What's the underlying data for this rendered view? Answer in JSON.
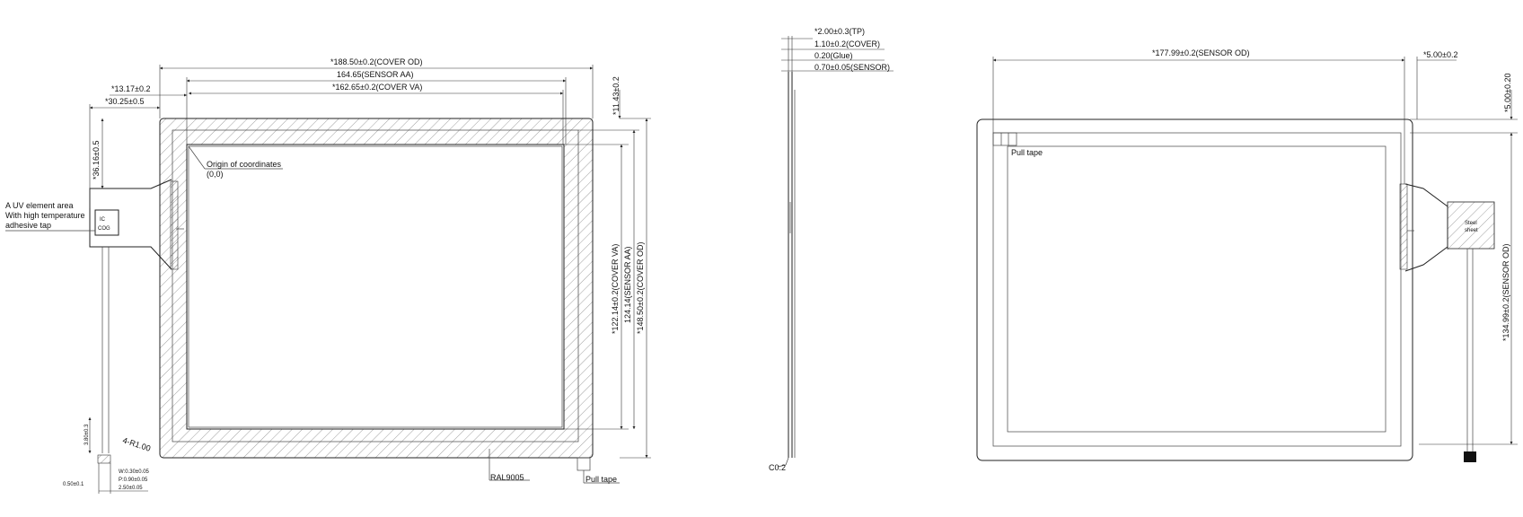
{
  "front_view": {
    "cover_od_w": "*188.50±0.2(COVER OD)",
    "sensor_aa_w": "164.65(SENSOR AA)",
    "cover_va_w": "*162.65±0.2(COVER VA)",
    "dim_13_17": "*13.17±0.2",
    "dim_30_25": "*30.25±0.5",
    "dim_36_16": "*36.16±0.5",
    "dim_11_43": "*11.43±0.2",
    "cover_va_h": "*122.14±0.2(COVER VA)",
    "sensor_aa_h": "124.14(SENSOR AA)",
    "cover_od_h": "*148.50±0.2(COVER OD)",
    "origin_line1": "Origin of coordinates",
    "origin_line2": "(0,0)",
    "uv_line1": "A UV element area",
    "uv_line2": "With high temperature",
    "uv_line3": "adhesive tap",
    "radius": "4-R1.00",
    "color_code": "RAL9005",
    "pull_tape": "Pull tape",
    "tail_dim_vertical": "3.80±0.3",
    "tail_w": "W:0.30±0.05",
    "tail_p": "P:0.90±0.05",
    "tail_total": "2.50±0.05",
    "tail_left": "0.50±0.1",
    "chip_label1": "IC",
    "chip_label2": "COG"
  },
  "side_view": {
    "tp": "*2.00±0.3(TP)",
    "cover": "1.10±0.2(COVER)",
    "glue": "0.20(Glue)",
    "sensor": "0.70±0.05(SENSOR)",
    "chamfer": "C0.2"
  },
  "back_view": {
    "sensor_od_w": "*177.99±0.2(SENSOR OD)",
    "dim_5_00": "*5.00±0.2",
    "dim_5_00_v": "*5.00±0.20",
    "sensor_od_h": "*134.99±0.2(SENSOR OD)",
    "pull_tape": "Pull tape",
    "steel_line1": "Steel",
    "steel_line2": "sheet"
  }
}
